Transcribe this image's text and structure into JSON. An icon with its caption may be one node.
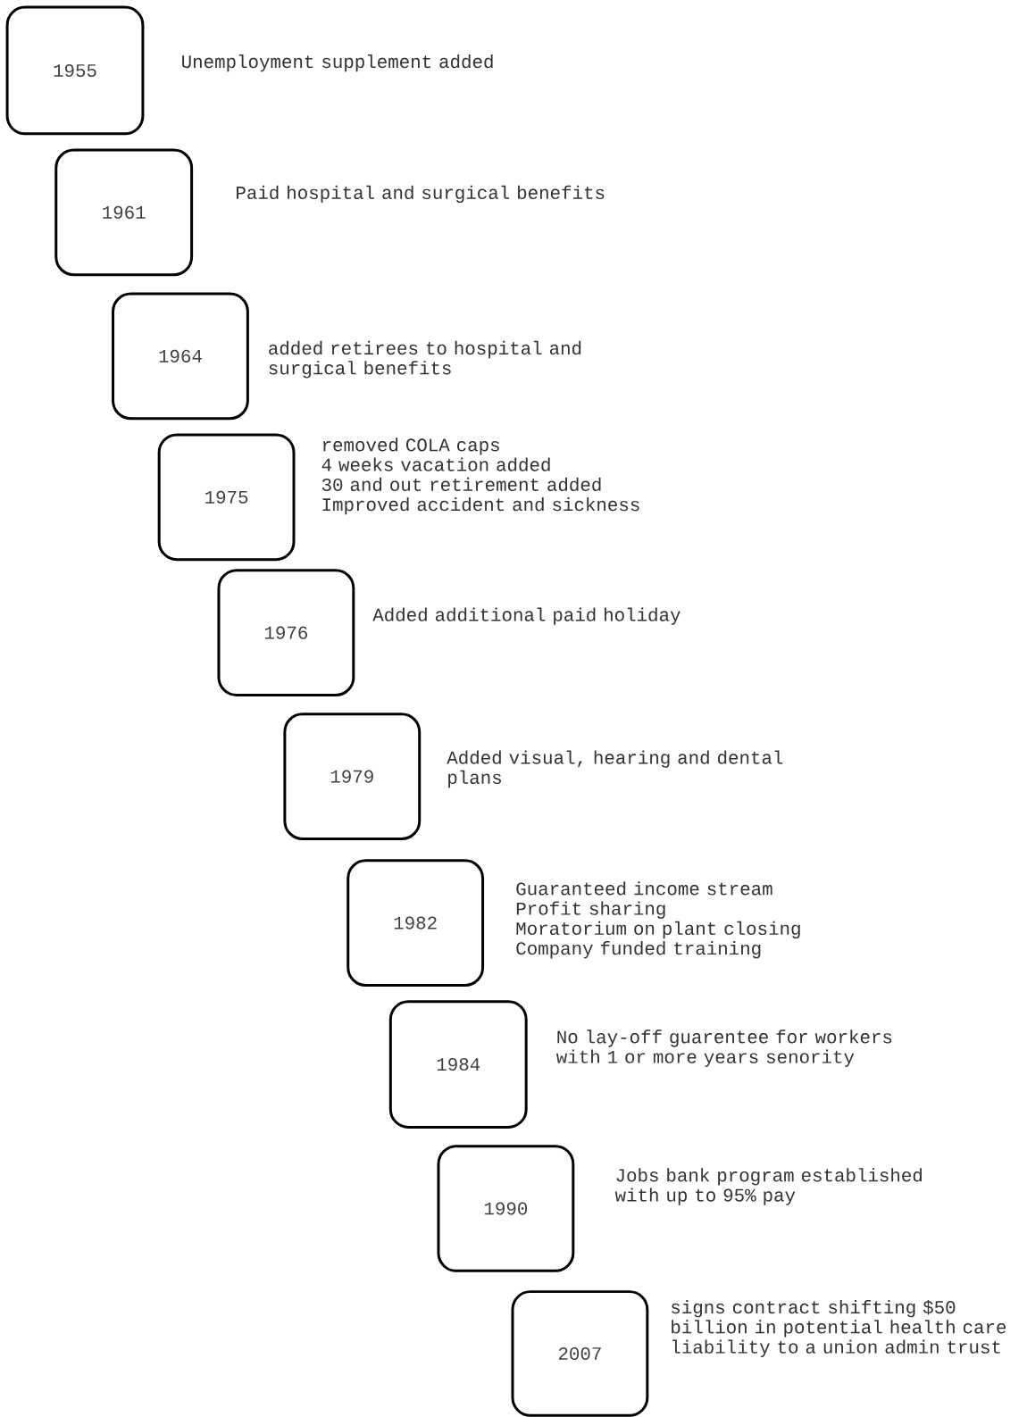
{
  "diagram": {
    "nodes": [
      {
        "text": [
          "1955"
        ],
        "beside": [
          "Unemployment supplement added"
        ]
      },
      {
        "text": [
          "1961"
        ],
        "beside": [
          "Paid hospital and surgical benefits"
        ]
      },
      {
        "text": [
          "1964"
        ],
        "beside": [
          "added retirees to hospital and surgical benefits"
        ]
      },
      {
        "text": [
          "1975"
        ],
        "beside": [
          "removed COLA caps",
          "4 weeks vacation added",
          "30 and out retirement added",
          "Improved accident and sickness"
        ]
      },
      {
        "text": [
          "1976"
        ],
        "beside": [
          "Added additional paid holiday"
        ]
      },
      {
        "text": [
          "1979"
        ],
        "beside": [
          "Added visual, hearing and dental plans"
        ]
      },
      {
        "text": [
          "1982"
        ],
        "beside": [
          "Guaranteed income stream",
          "Profit sharing",
          "Moratorium on plant closing",
          "Company funded training"
        ]
      },
      {
        "text": [
          "1984"
        ],
        "beside": [
          "No lay-off guarentee for workers with 1 or more years senority"
        ]
      },
      {
        "text": [
          "1990"
        ],
        "beside": [
          "Jobs bank program established with up to 95% pay"
        ]
      },
      {
        "text": [
          "2007"
        ],
        "beside": [
          "signs contract shifting $50 billion in potential health care liability to a union admin trust"
        ]
      }
    ]
  }
}
